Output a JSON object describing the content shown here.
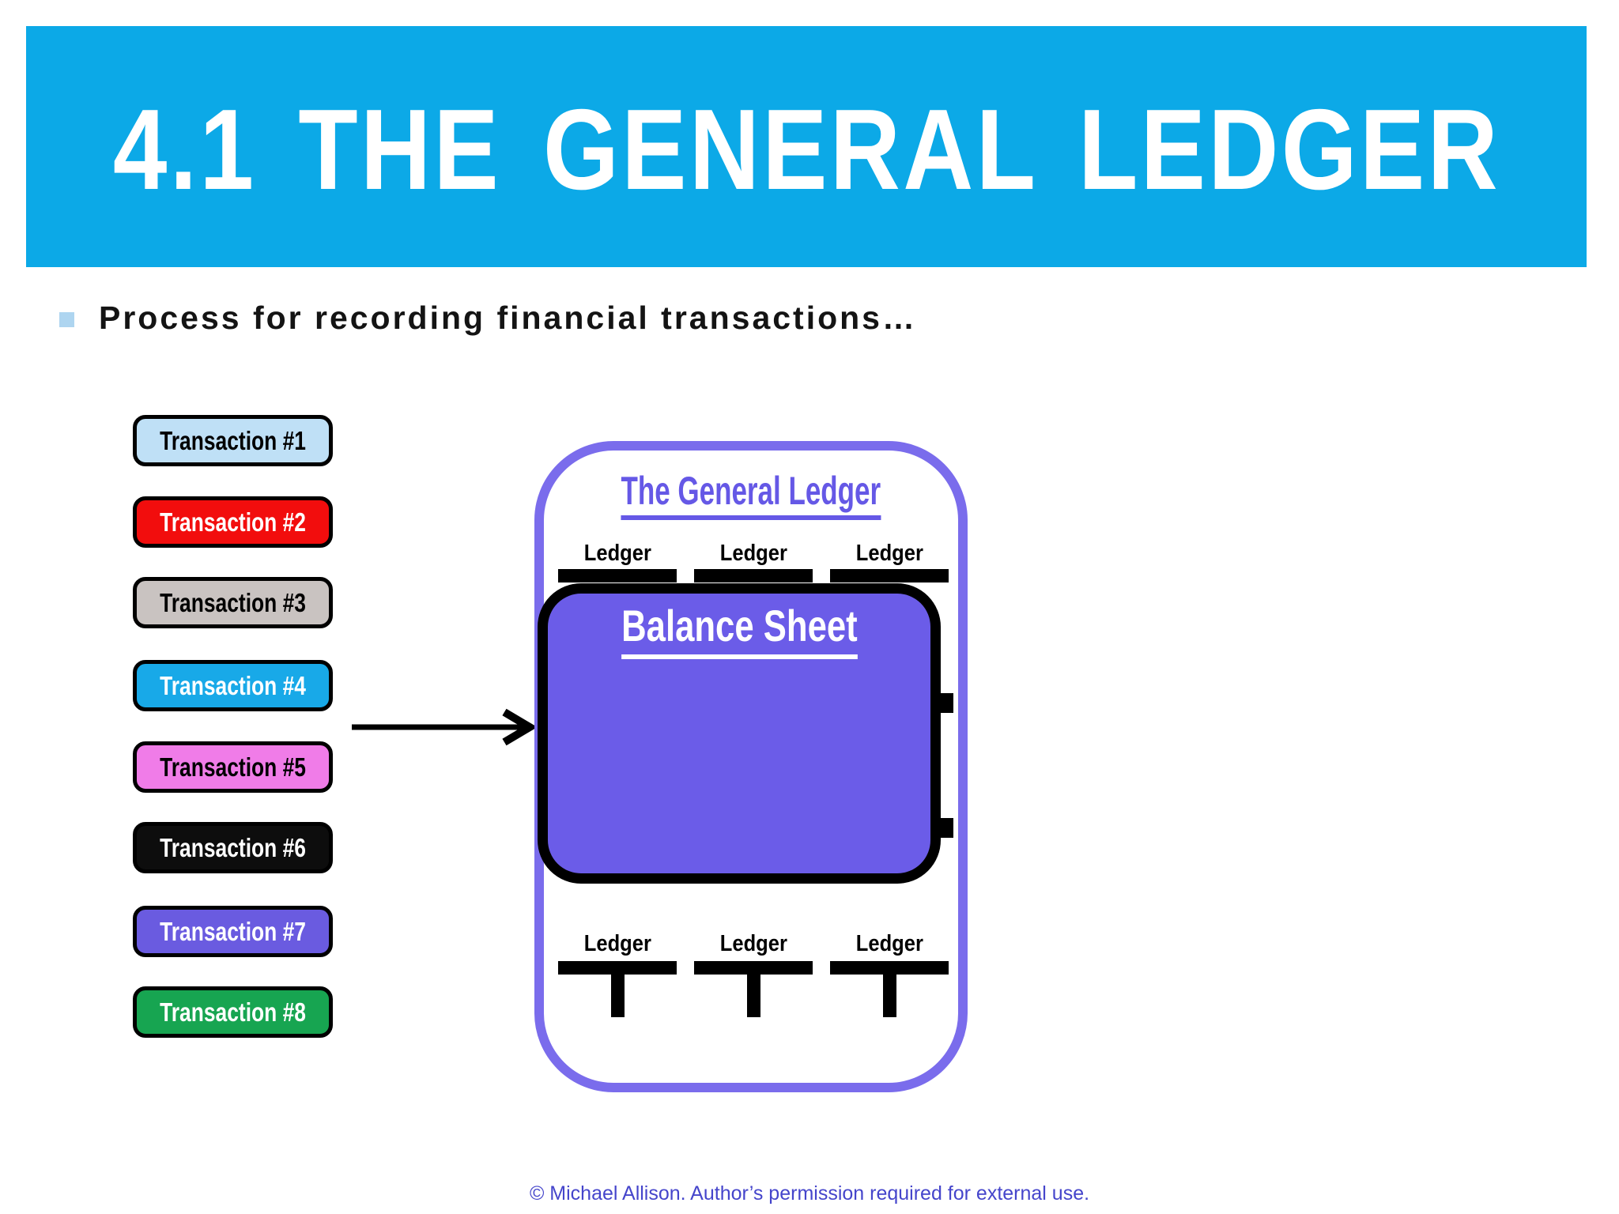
{
  "slide": {
    "title": "4.1 THE GENERAL LEDGER",
    "banner_color": "#0CA9E7",
    "bullet": {
      "marker_color": "#AED5F0",
      "text": "Process for recording financial transactions…"
    },
    "footer": {
      "text": "© Michael Allison. Author’s permission required for external use.",
      "color": "#4545CB"
    }
  },
  "transactions": [
    {
      "label": "Transaction #1",
      "bg": "#BFE0F6",
      "fg": "#000000"
    },
    {
      "label": "Transaction #2",
      "bg": "#F20D0D",
      "fg": "#FFFFFF"
    },
    {
      "label": "Transaction #3",
      "bg": "#C9C3C1",
      "fg": "#000000"
    },
    {
      "label": "Transaction #4",
      "bg": "#18A9E8",
      "fg": "#FFFFFF"
    },
    {
      "label": "Transaction #5",
      "bg": "#F07CE8",
      "fg": "#000000"
    },
    {
      "label": "Transaction #6",
      "bg": "#0D0D0D",
      "fg": "#FFFFFF"
    },
    {
      "label": "Transaction #7",
      "bg": "#6A5BE0",
      "fg": "#FFFFFF"
    },
    {
      "label": "Transaction #8",
      "bg": "#17A551",
      "fg": "#FFFFFF"
    }
  ],
  "general_ledger": {
    "title": "The General Ledger",
    "title_color": "#6558E6",
    "border_color": "#7A6CEC",
    "ledger_label": "Ledger",
    "balance_sheet": {
      "label": "Balance Sheet",
      "bg": "#6B5CE8"
    }
  }
}
